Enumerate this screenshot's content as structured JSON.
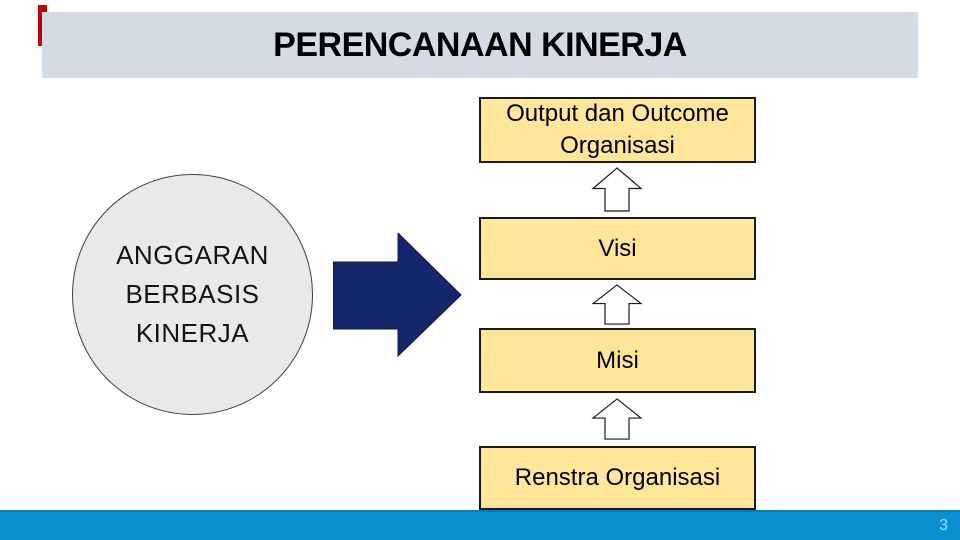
{
  "slide": {
    "title": "PERENCANAAN KINERJA",
    "page_number": "3"
  },
  "anggaran_circle": {
    "lines": [
      "ANGGARAN",
      "BERBASIS",
      "KINERJA"
    ]
  },
  "flow": {
    "boxes": [
      {
        "id": "output-outcome",
        "label": "Output dan Outcome Organisasi"
      },
      {
        "id": "visi",
        "label": "Visi"
      },
      {
        "id": "misi",
        "label": "Misi"
      },
      {
        "id": "renstra",
        "label": "Renstra Organisasi"
      }
    ],
    "direction": "bottom-to-top"
  },
  "icons": {
    "right_arrow": "solid navy block arrow pointing right",
    "up_arrow": "white outlined block arrow pointing up"
  },
  "colors": {
    "title_bar_bg": "#d5dbe3",
    "title_text": "#000000",
    "accent_red": "#c00000",
    "circle_fill": "#e9e9e9",
    "circle_border": "#404040",
    "arrow_navy": "#15266b",
    "box_fill": "#ffe699",
    "box_border": "#1a1a1a",
    "footer_blue": "#0a8fd2",
    "footer_edge": "#0b7ab8",
    "page_number": "#a9ddf5"
  }
}
